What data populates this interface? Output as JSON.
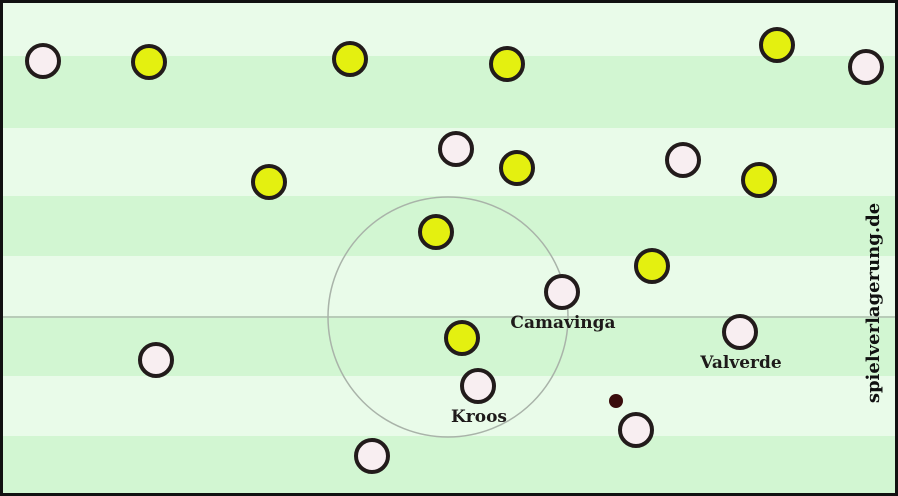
{
  "colors": {
    "stripe_light": "#e9fbe9",
    "stripe_dark": "#d2f6d2",
    "pitch_border": "#111111",
    "center_line": "#a9b3a9",
    "team_light_fill": "#f8eef1",
    "team_yellow_fill": "#e4f010",
    "player_outline": "#221b1b",
    "ball": "#3a0c0c"
  },
  "watermark": "spielverlagerung.de",
  "labels": {
    "camavinga": "Camavinga",
    "valverde": "Valverde",
    "kroos": "Kroos"
  }
}
